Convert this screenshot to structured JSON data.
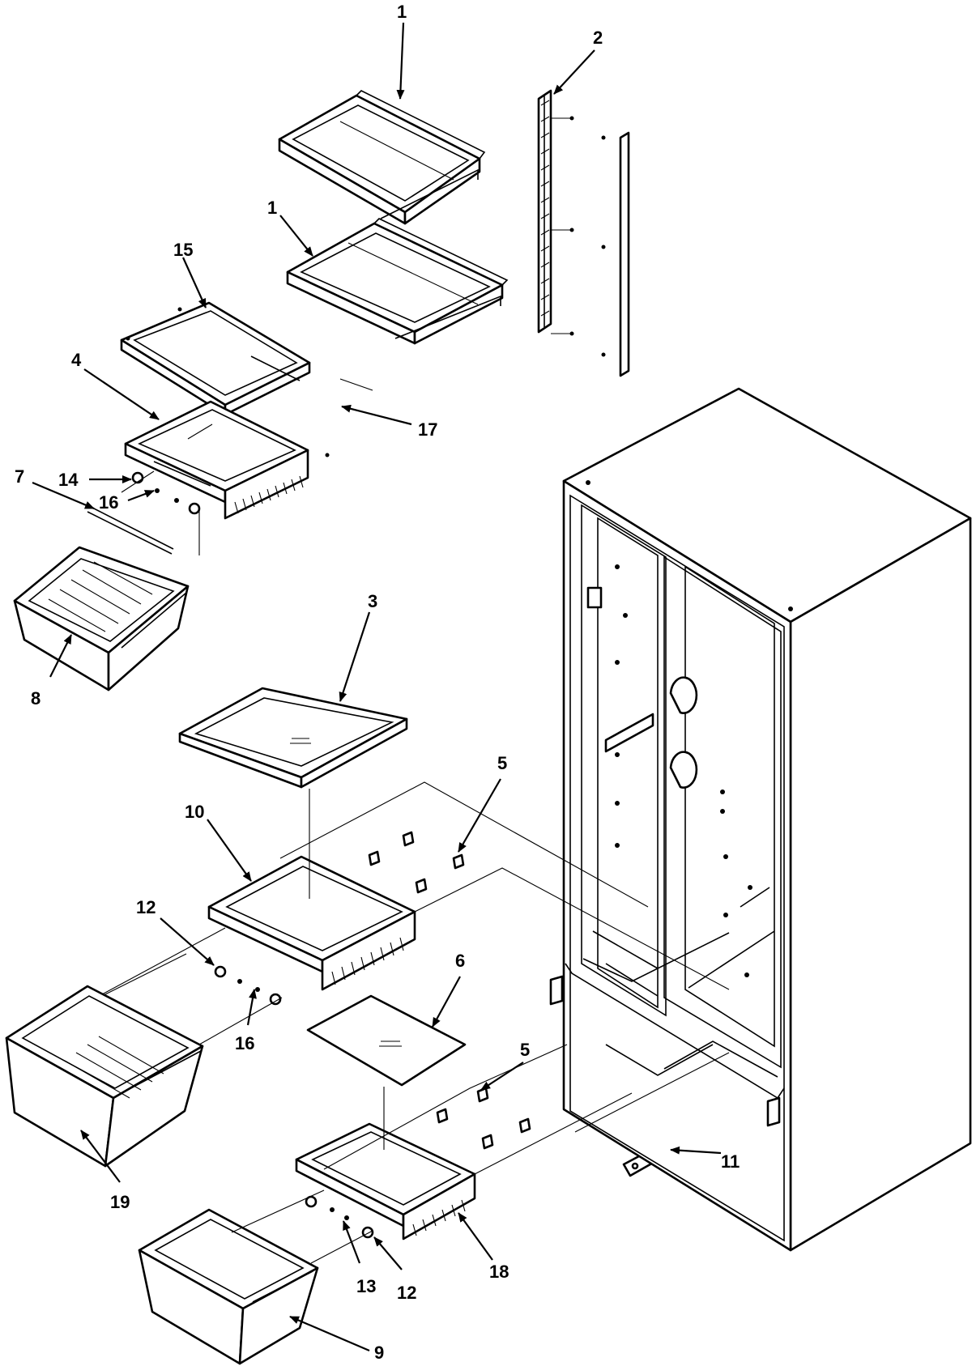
{
  "callouts": {
    "c1a": "1",
    "c1b": "1",
    "c2": "2",
    "c3": "3",
    "c4": "4",
    "c5a": "5",
    "c5b": "5",
    "c6": "6",
    "c7": "7",
    "c8": "8",
    "c9": "9",
    "c10": "10",
    "c11": "11",
    "c12a": "12",
    "c12b": "12",
    "c13": "13",
    "c14": "14",
    "c15": "15",
    "c16a": "16",
    "c16b": "16",
    "c17": "17",
    "c18": "18",
    "c19": "19"
  }
}
